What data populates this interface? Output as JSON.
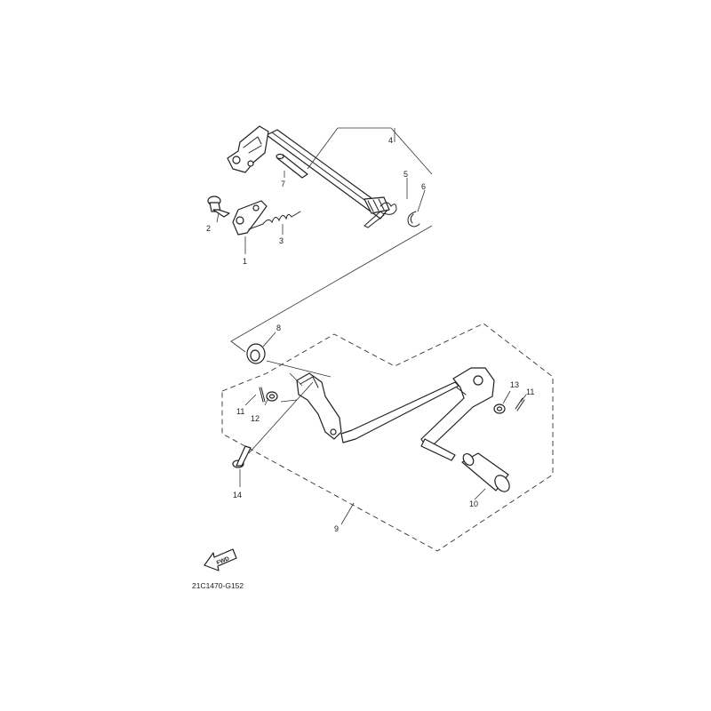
{
  "callouts": {
    "c1": "1",
    "c2": "2",
    "c3": "3",
    "c4": "4",
    "c5": "5",
    "c6": "6",
    "c7": "7",
    "c8": "8",
    "c9": "9",
    "c10": "10",
    "c11a": "11",
    "c11b": "11",
    "c12": "12",
    "c13": "13",
    "c14": "14"
  },
  "fwd_label": "FWD",
  "diagram_code": "21C1470-G152",
  "colors": {
    "line": "#222222",
    "background": "#ffffff"
  }
}
